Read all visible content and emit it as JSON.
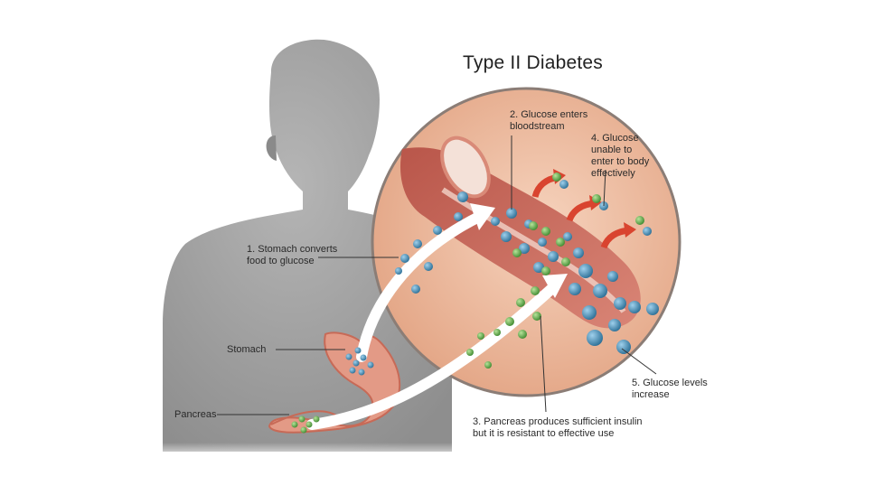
{
  "title": "Type II Diabetes",
  "labels": {
    "step1": "1. Stomach converts\nfood to glucose",
    "step2": "2. Glucose enters\nbloodstream",
    "step3": "3. Pancreas produces sufficient insulin\nbut it is resistant to effective use",
    "step4": "4. Glucose\nunable to\nenter to body\neffectively",
    "step5": "5. Glucose levels\nincrease",
    "stomach": "Stomach",
    "pancreas": "Pancreas"
  },
  "colors": {
    "silhouette": "#9e9e9e",
    "magnifier": "#e9b596",
    "vessel": "#c9685a",
    "glucose": "#3d86ad",
    "insulin": "#5aa145",
    "arrow": "#d9442f"
  }
}
